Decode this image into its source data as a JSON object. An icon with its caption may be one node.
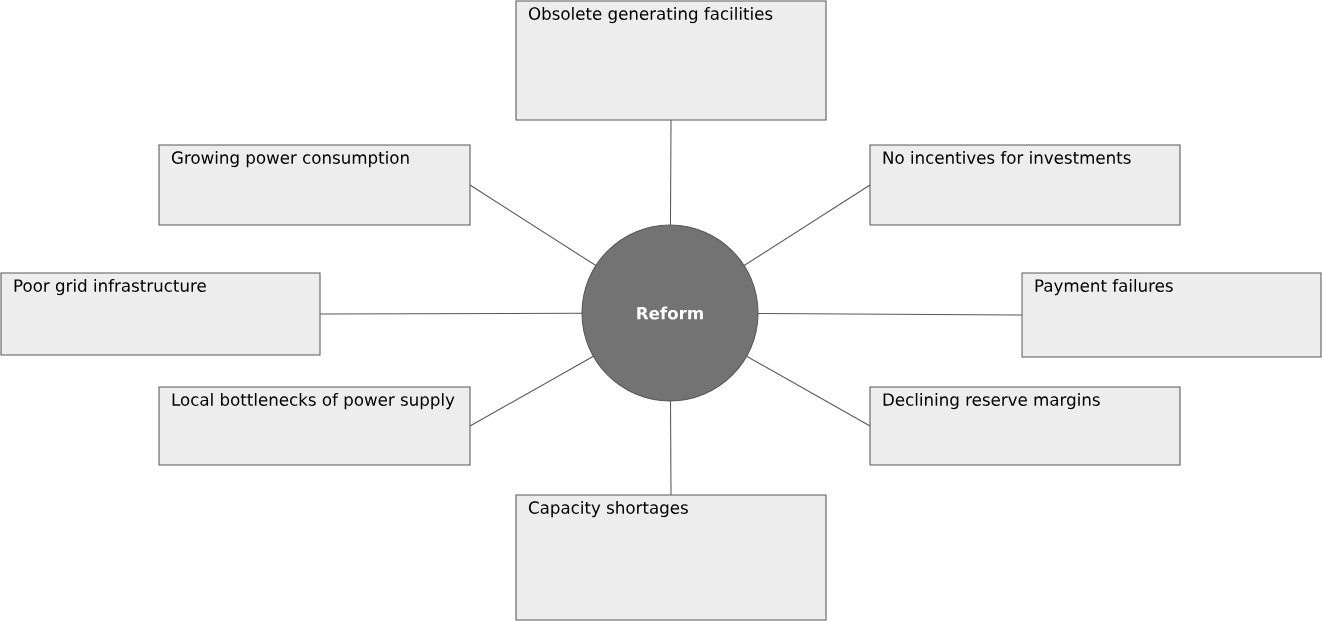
{
  "diagram": {
    "nodes": [
      {
        "text": [
          "Obsolete generating facilities"
        ]
      },
      {
        "text": [
          "Growing power consumption"
        ]
      },
      {
        "text": [
          "No incentives for investments"
        ]
      },
      {
        "text": [
          "Poor grid infrastructure"
        ]
      },
      {
        "text": [
          "Reform"
        ]
      },
      {
        "text": [
          "Payment failures"
        ]
      },
      {
        "text": [
          "Local bottlenecks of power supply"
        ]
      },
      {
        "text": [
          "Declining reserve margins"
        ]
      },
      {
        "text": [
          "Capacity shortages"
        ]
      }
    ],
    "edges": [
      {
        "from": 4,
        "to": 0,
        "arrow": "none"
      },
      {
        "from": 4,
        "to": 1,
        "arrow": "none"
      },
      {
        "from": 4,
        "to": 2,
        "arrow": "none"
      },
      {
        "from": 4,
        "to": 3,
        "arrow": "none"
      },
      {
        "from": 4,
        "to": 5,
        "arrow": "none"
      },
      {
        "from": 4,
        "to": 6,
        "arrow": "none"
      },
      {
        "from": 4,
        "to": 7,
        "arrow": "none"
      },
      {
        "from": 4,
        "to": 8,
        "arrow": "none"
      }
    ]
  }
}
